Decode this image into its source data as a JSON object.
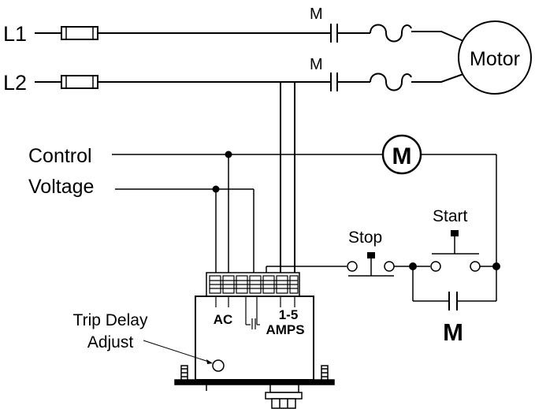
{
  "labels": {
    "l1": "L1",
    "l2": "L2",
    "m_contact_1": "M",
    "m_contact_2": "M",
    "motor": "Motor",
    "control": "Control",
    "voltage": "Voltage",
    "coil": "M",
    "start": "Start",
    "stop": "Stop",
    "hold_contact": "M",
    "ac": "AC",
    "amps_range": "1-5",
    "amps": "AMPS",
    "trip_delay_1": "Trip Delay",
    "trip_delay_2": "Adjust"
  }
}
